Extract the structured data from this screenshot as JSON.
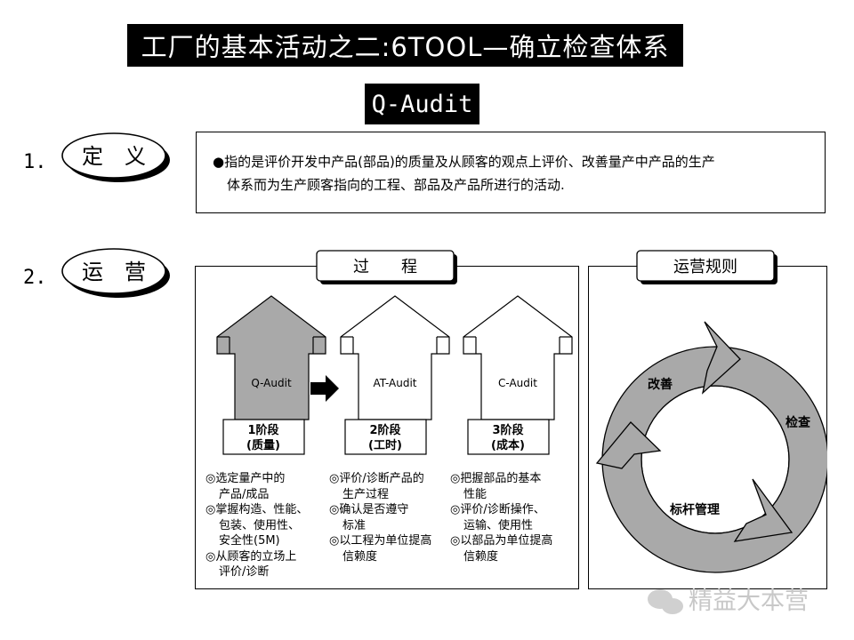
{
  "title": "工厂的基本活动之二:6TOOL—确立检查体系",
  "subtitle": "Q-Audit",
  "section1": {
    "number": "1.",
    "label": "定　义",
    "text_line1": "指的是评价开发中产品(部品)的质量及从顾客的观点上评价、改善量产中产品的生产",
    "text_line2": "体系而为生产顾客指向的工程、部品及产品所进行的活动."
  },
  "section2": {
    "number": "2.",
    "label": "运　营"
  },
  "process_panel": {
    "title": "过　　程",
    "arrows": [
      {
        "name": "Q-Audit",
        "stage": "1阶段",
        "sub": "(质量)"
      },
      {
        "name": "AT-Audit",
        "stage": "2阶段",
        "sub": "(工时)"
      },
      {
        "name": "C-Audit",
        "stage": "3阶段",
        "sub": "(成本)"
      }
    ],
    "columns": [
      [
        "◎选定量产中的",
        "产品/成品",
        "◎掌握构造、性能、",
        "包装、使用性、",
        "安全性(5M)",
        "◎从顾客的立场上",
        "评价/诊断"
      ],
      [
        "◎评价/诊断产品的",
        "生产过程",
        "◎确认是否遵守",
        "标准",
        "◎以工程为单位提高",
        "信赖度"
      ],
      [
        "◎把握部品的基本",
        "性能",
        "◎评价/诊断操作、",
        "运输、使用性",
        "◎以部品为单位提高",
        "信赖度"
      ]
    ]
  },
  "rules_panel": {
    "title": "运营规则",
    "cycle": {
      "improve": "改善",
      "check": "检查",
      "benchmark": "标杆管理"
    }
  },
  "watermark": "精益大本营",
  "colors": {
    "arrow_gray": "#a9a9a9",
    "cycle_gray": "#a9a9a9",
    "black": "#000000"
  }
}
